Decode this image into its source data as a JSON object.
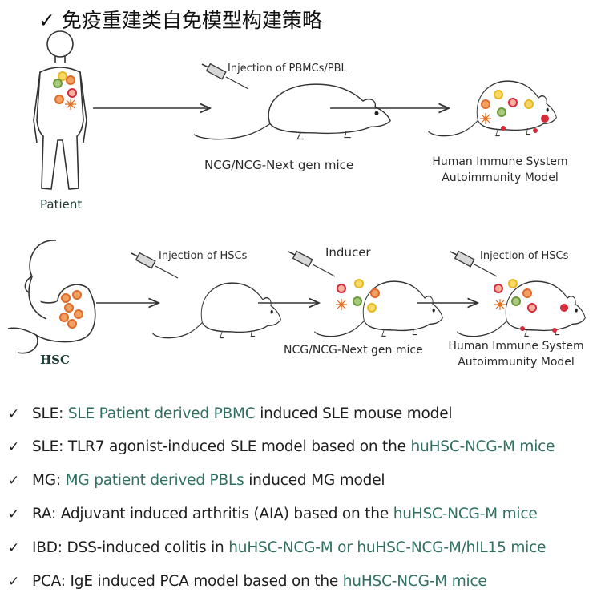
{
  "title": "✓ 免疫重建类自免模型构建策略",
  "row1": {
    "patient_label": "Patient",
    "injection_label": "Injection of PBMCs/PBL",
    "mouse_label": "NCG/NCG-Next gen mice",
    "result_line1": "Human Immune System",
    "result_line2": "Autoimmunity Model"
  },
  "row2": {
    "hsc_label": "HSC",
    "injection_label": "Injection of HSCs",
    "inducer_label": "Inducer",
    "mouse_label": "NCG/NCG-Next gen mice",
    "injection_label_2": "Injection of HSCs",
    "result_line1": "Human Immune System",
    "result_line2": "Autoimmunity Model"
  },
  "bullets": [
    {
      "check": "✓",
      "prefix": "SLE: ",
      "highlight": "SLE Patient derived PBMC",
      "suffix": "  induced SLE mouse model"
    },
    {
      "check": "✓",
      "prefix": "SLE: TLR7 agonist-induced SLE model based on the ",
      "highlight": "huHSC-NCG-M mice",
      "suffix": ""
    },
    {
      "check": "✓",
      "prefix": "MG: ",
      "highlight": "MG patient derived PBLs",
      "suffix": " induced MG model"
    },
    {
      "check": "✓",
      "prefix": "RA: Adjuvant induced arthritis (AIA) based on the ",
      "highlight": "huHSC-NCG-M mice",
      "suffix": ""
    },
    {
      "check": "✓",
      "prefix": "IBD: DSS-induced colitis in ",
      "highlight": "huHSC-NCG-M or huHSC-NCG-M/hIL15 mice",
      "suffix": ""
    },
    {
      "check": "✓",
      "prefix": "PCA: IgE induced PCA model based on the ",
      "highlight": "huHSC-NCG-M mice",
      "suffix": ""
    }
  ],
  "colors": {
    "highlight": "#2f7062",
    "outline": "#3a3a3a",
    "cell_orange": "#e06a2a",
    "cell_yellow": "#e8b820",
    "cell_green": "#6a9a3a",
    "cell_red": "#d62b3a"
  }
}
